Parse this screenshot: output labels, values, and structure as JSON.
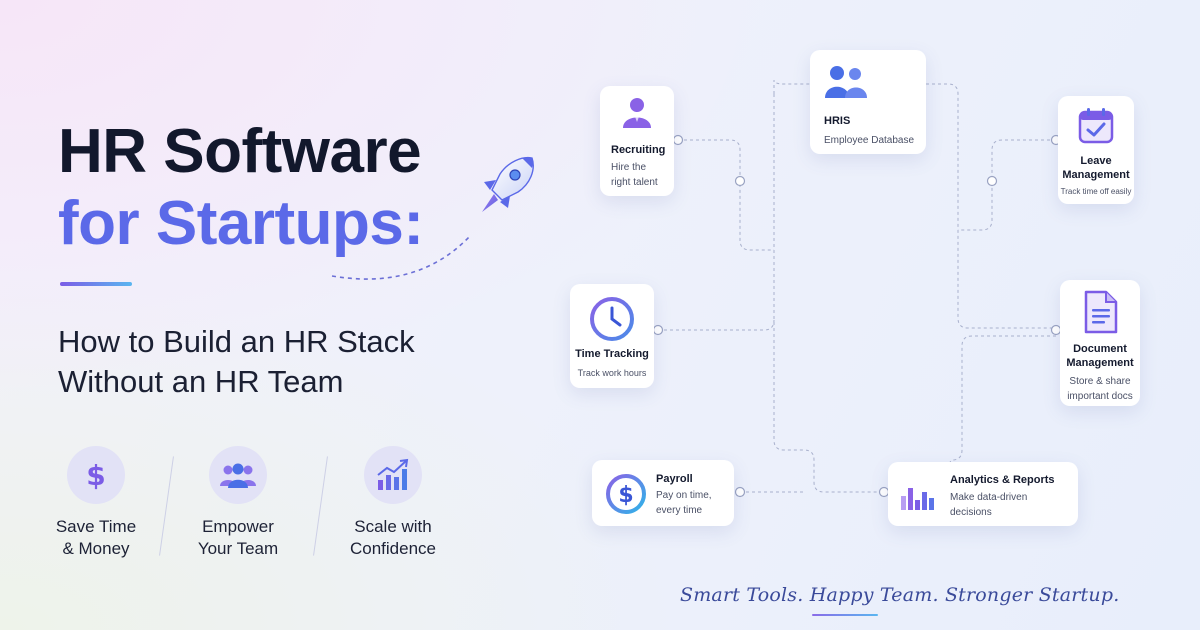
{
  "headline": {
    "line1": "HR Software",
    "line2": "for Startups:"
  },
  "subtitle": {
    "line1": "How to Build an HR Stack",
    "line2": "Without an HR Team"
  },
  "benefits": [
    {
      "icon": "dollar-icon",
      "line1": "Save Time",
      "line2": "& Money"
    },
    {
      "icon": "team-icon",
      "line1": "Empower",
      "line2": "Your Team"
    },
    {
      "icon": "growth-chart-icon",
      "line1": "Scale with",
      "line2": "Confidence"
    }
  ],
  "modules": {
    "recruiting": {
      "icon": "person-icon",
      "title": "Recruiting",
      "desc1": "Hire the",
      "desc2": "right talent"
    },
    "hris": {
      "icon": "people-icon",
      "title": "HRIS",
      "desc1": "Employee Database"
    },
    "leave": {
      "icon": "calendar-check-icon",
      "title1": "Leave",
      "title2": "Management",
      "desc1": "Track time off easily"
    },
    "time_tracking": {
      "icon": "clock-icon",
      "title": "Time Tracking",
      "desc1": "Track work hours"
    },
    "document": {
      "icon": "document-icon",
      "title1": "Document",
      "title2": "Management",
      "desc1": "Store & share",
      "desc2": "important docs"
    },
    "payroll": {
      "icon": "dollar-circle-icon",
      "title": "Payroll",
      "desc1": "Pay on time,",
      "desc2": "every time"
    },
    "analytics": {
      "icon": "bar-chart-icon",
      "title": "Analytics & Reports",
      "desc1": "Make data-driven",
      "desc2": "decisions"
    }
  },
  "tagline": "Smart Tools. Happy Team. Stronger Startup.",
  "colors": {
    "headline_dark": "#12182c",
    "headline_accent": "#5b69e8",
    "icon_purple": "#7b5ce6",
    "icon_blue": "#4a7be8",
    "tagline": "#3a4a9a"
  }
}
